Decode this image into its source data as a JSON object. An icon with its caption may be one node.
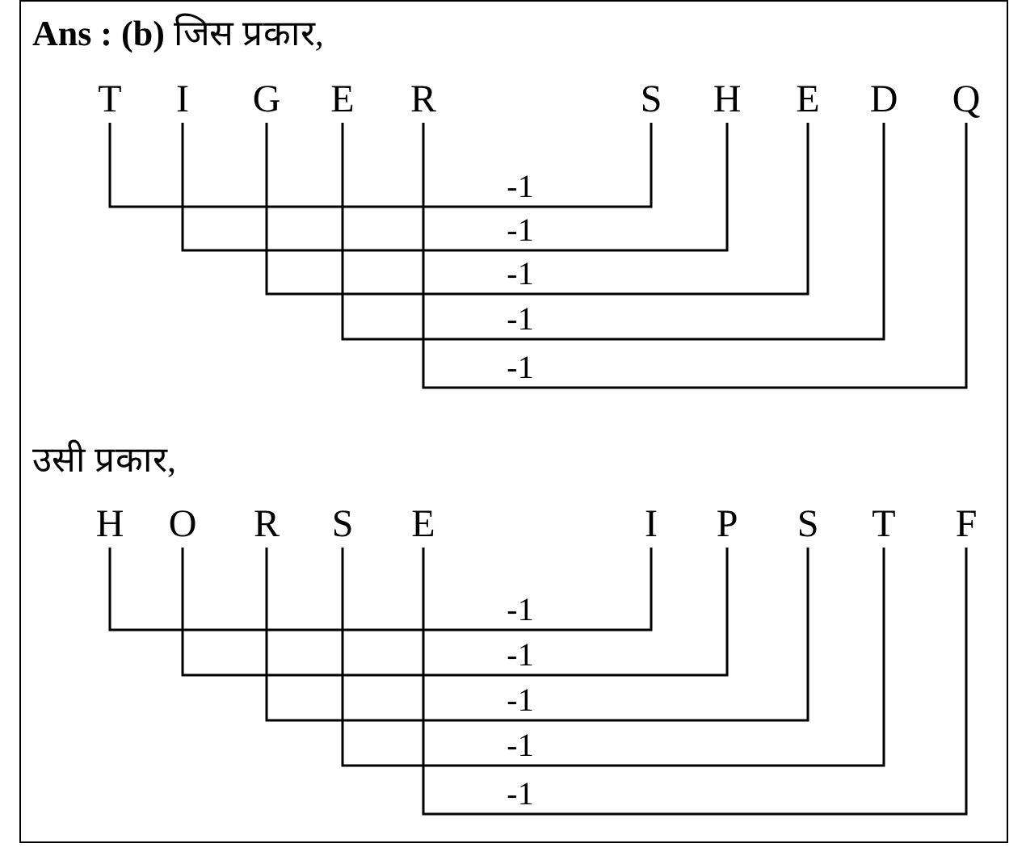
{
  "diagram": {
    "nodes": [
      {
        "text": [
          "T"
        ]
      },
      {
        "text": [
          "I"
        ]
      },
      {
        "text": [
          "G"
        ]
      },
      {
        "text": [
          "E"
        ]
      },
      {
        "text": [
          "R"
        ]
      },
      {
        "text": [
          "S"
        ]
      },
      {
        "text": [
          "H"
        ]
      },
      {
        "text": [
          "E"
        ]
      },
      {
        "text": [
          "D"
        ]
      },
      {
        "text": [
          "Q"
        ]
      },
      {
        "text": [
          "H"
        ]
      },
      {
        "text": [
          "O"
        ]
      },
      {
        "text": [
          "R"
        ]
      },
      {
        "text": [
          "S"
        ]
      },
      {
        "text": [
          "E"
        ]
      },
      {
        "text": [
          "I"
        ]
      },
      {
        "text": [
          "P"
        ]
      },
      {
        "text": [
          "S"
        ]
      },
      {
        "text": [
          "T"
        ]
      },
      {
        "text": [
          "F"
        ]
      }
    ],
    "edges": [
      {
        "from": 0,
        "to": 5,
        "arrow": "none",
        "label": "-1"
      },
      {
        "from": 1,
        "to": 6,
        "arrow": "none",
        "label": "-1"
      },
      {
        "from": 2,
        "to": 7,
        "arrow": "none",
        "label": "-1"
      },
      {
        "from": 3,
        "to": 8,
        "arrow": "none",
        "label": "-1"
      },
      {
        "from": 4,
        "to": 9,
        "arrow": "none",
        "label": "-1"
      },
      {
        "from": 10,
        "to": 15,
        "arrow": "none",
        "label": "-1"
      },
      {
        "from": 11,
        "to": 16,
        "arrow": "none",
        "label": "-1"
      },
      {
        "from": 12,
        "to": 17,
        "arrow": "none",
        "label": "-1"
      },
      {
        "from": 13,
        "to": 18,
        "arrow": "none",
        "label": "-1"
      },
      {
        "from": 14,
        "to": 19,
        "arrow": "none",
        "label": "-1"
      }
    ],
    "labels": [
      "**Ans : (b)** जिस प्रकार,",
      "उसी प्रकार,"
    ]
  }
}
